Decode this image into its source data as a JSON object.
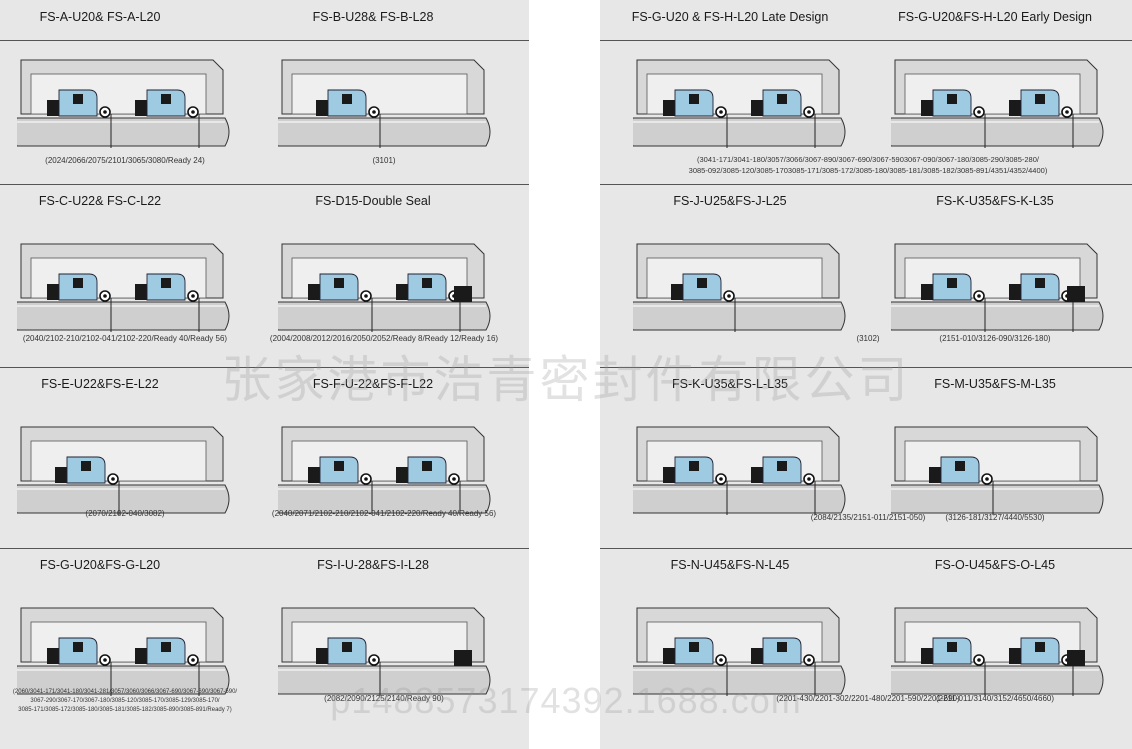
{
  "panels": [
    {
      "title": "FS-A-U20& FS-A-L20",
      "caption": "(2024/2066/2075/2101/3065/3080/Ready 24)"
    },
    {
      "title": "FS-B-U28& FS-B-L28",
      "caption": "(3101)"
    },
    {
      "title": "FS-C-U22& FS-C-L22",
      "caption": "(2040/2102-210/2102-041/2102-220/Ready 40/Ready 56)"
    },
    {
      "title": "FS-D15-Double Seal",
      "caption": "(2004/2008/2012/2016/2050/2052/Ready 8/Ready 12/Ready 16)"
    },
    {
      "title": "FS-E-U22&FS-E-L22",
      "caption": "(2070/2102-040/3082)"
    },
    {
      "title": "FS-F-U-22&FS-F-L22",
      "caption": "(2040/2071/2102-210/2102-041/2102-220/Ready 40/Ready 56)"
    },
    {
      "title": "FS-G-U20&FS-G-L20",
      "caption": "(2060/3041-171/3041-180/3041-281/3057/3060/3066/3067-690/3067-690/3067-590/ 3067-290/3067-170/3067-180/3085-120/3085-170/3085-129/3085-170/ 3085-171/3085-172/3085-180/3085-181/3085-182/3085-890/3085-891/Ready 7)"
    },
    {
      "title": "FS-I-U-28&FS-I-L28",
      "caption": "(2082/2090/2125/2140/Ready 90)"
    },
    {
      "title": "FS-G-U20 & FS-H-L20 Late Design",
      "caption": "(3041-171/3041-180/3057/3066/3067-890/3067-690/3067-5903067-090/3067-180/3085-290/3085-280/ 3085-092/3085-120/3085-1703085-171/3085-172/3085-180/3085-181/3085-182/3085-891/4351/4352/4400)"
    },
    {
      "title": "FS-G-U20&FS-H-L20 Early Design",
      "caption": ""
    },
    {
      "title": "FS-J-U25&FS-J-L25",
      "caption": "(3102)"
    },
    {
      "title": "FS-K-U35&FS-K-L35",
      "caption": "(2151-010/3126-090/3126-180)"
    },
    {
      "title": "FS-K-U35&FS-L-L35",
      "caption": "(2084/2135/2151-011/2151-050)"
    },
    {
      "title": "FS-M-U35&FS-M-L35",
      "caption": "(3126-181/3127/4440/5530)"
    },
    {
      "title": "FS-N-U45&FS-N-L45",
      "caption": "(2201-430/2201-302/2201-480/2201-590/2201-690)"
    },
    {
      "title": "FS-O-U45&FS-O-L45",
      "caption": "(2211-011/3140/3152/4650/4660)"
    }
  ],
  "watermark": {
    "cn": "张家港市浩青密封件有限公司",
    "url": "p1488573174392.1688.com"
  },
  "colors": {
    "seal_blue": "#9fcbe2",
    "steel": "#cfcfcf",
    "housing": "#d8d8d8",
    "black": "#1a1a1a",
    "background": "#e7e7e7"
  }
}
